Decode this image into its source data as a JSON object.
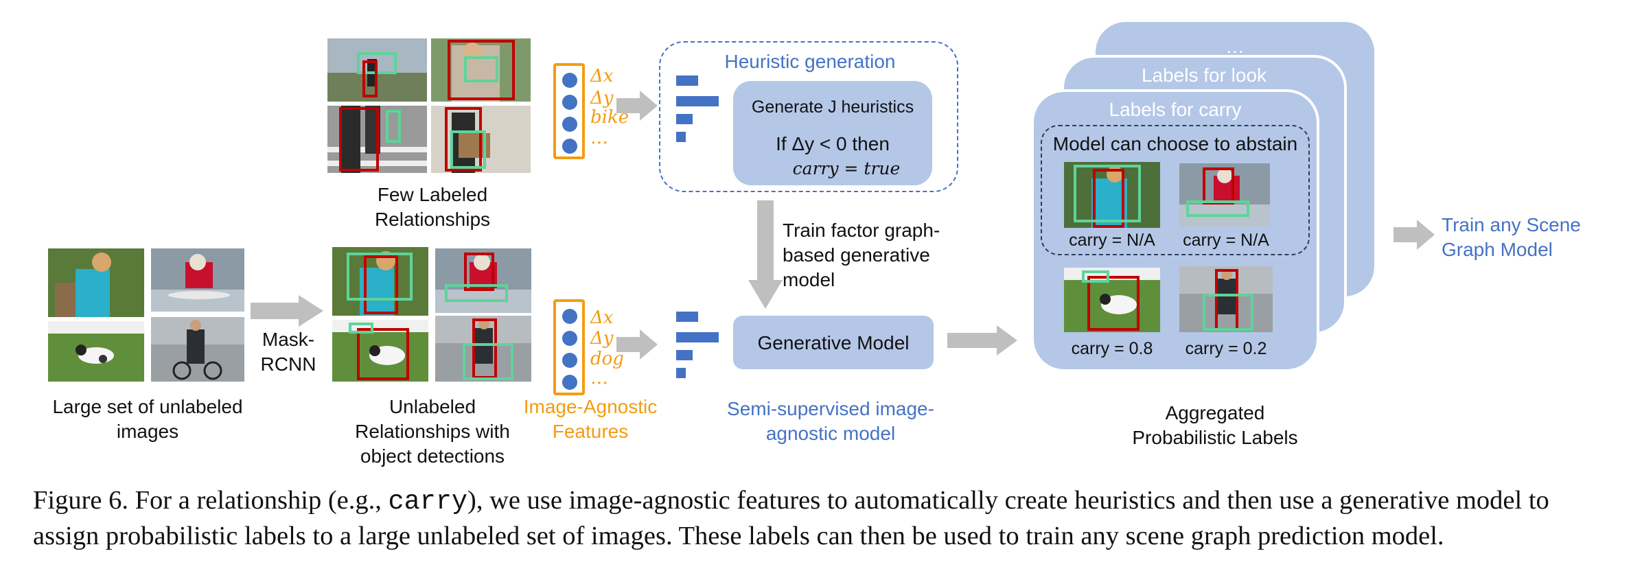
{
  "left": {
    "large_set_label": "Large set of unlabeled images",
    "maskrcnn_label": "Mask-RCNN",
    "unlabeled_label": "Unlabeled Relationships with object detections",
    "few_labeled_label": "Few Labeled Relationships"
  },
  "features": {
    "top": [
      "Δx",
      "Δy",
      "bike",
      "…"
    ],
    "bottom": [
      "Δx",
      "Δy",
      "dog",
      "…"
    ],
    "label": "Image-Agnostic Features"
  },
  "heuristic": {
    "title": "Heuristic generation",
    "generate": "Generate J heuristics",
    "rule_line1": "If Δy < 0 then",
    "rule_line2": "carry = true"
  },
  "train_factor": "Train factor graph-based generative model",
  "generative_model": "Generative Model",
  "semi_supervised": "Semi-supervised image-agnostic model",
  "cards": {
    "back_title": "…",
    "middle_title": "Labels for look",
    "front_title": "Labels for carry",
    "abstain_title": "Model can choose to abstain",
    "labels": [
      "carry = N/A",
      "carry = N/A",
      "carry = 0.8",
      "carry = 0.2"
    ]
  },
  "aggregated": "Aggregated Probabilistic Labels",
  "train_any": "Train any Scene Graph Model",
  "caption": {
    "part1": "Figure 6. For a relationship (e.g., ",
    "code": "carry",
    "part2": "), we use image-agnostic features to automatically create heuristics and then use a generative model to assign probabilistic labels to a large unlabeled set of images. These labels can then be used to train any scene graph prediction model."
  },
  "colors": {
    "blue_text": "#4472c4",
    "orange": "#f39c12",
    "light_blue": "#b4c7e7",
    "red_box": "#c00000",
    "green_box": "#5fd39a",
    "arrow_gray": "#bfbfbf"
  }
}
